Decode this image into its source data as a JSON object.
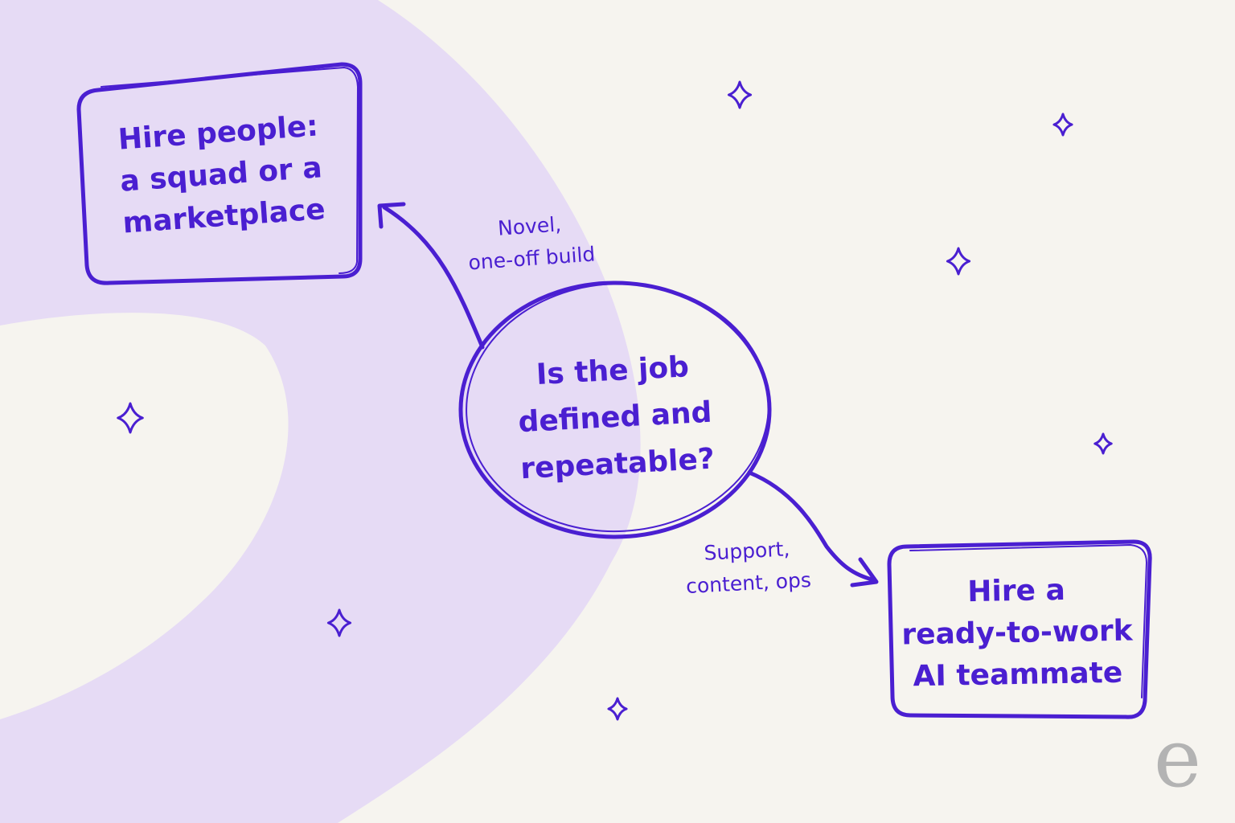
{
  "diagram": {
    "question": "Is the job\ndefined and\nrepeatable?",
    "left_branch": {
      "edge_label": "Novel,\none-off build",
      "outcome": "Hire people:\na squad or a\nmarketplace"
    },
    "right_branch": {
      "edge_label": "Support,\ncontent, ops",
      "outcome": "Hire a\nready-to-work\nAI teammate"
    }
  },
  "logo": {
    "glyph": "e"
  },
  "colors": {
    "ink": "#4a1fd1",
    "lavender": "#e6dbf5",
    "paper": "#f6f4ef",
    "logo": "#b3b3b3"
  },
  "icons": [
    "sparkle-icon",
    "arrow-head-icon"
  ]
}
